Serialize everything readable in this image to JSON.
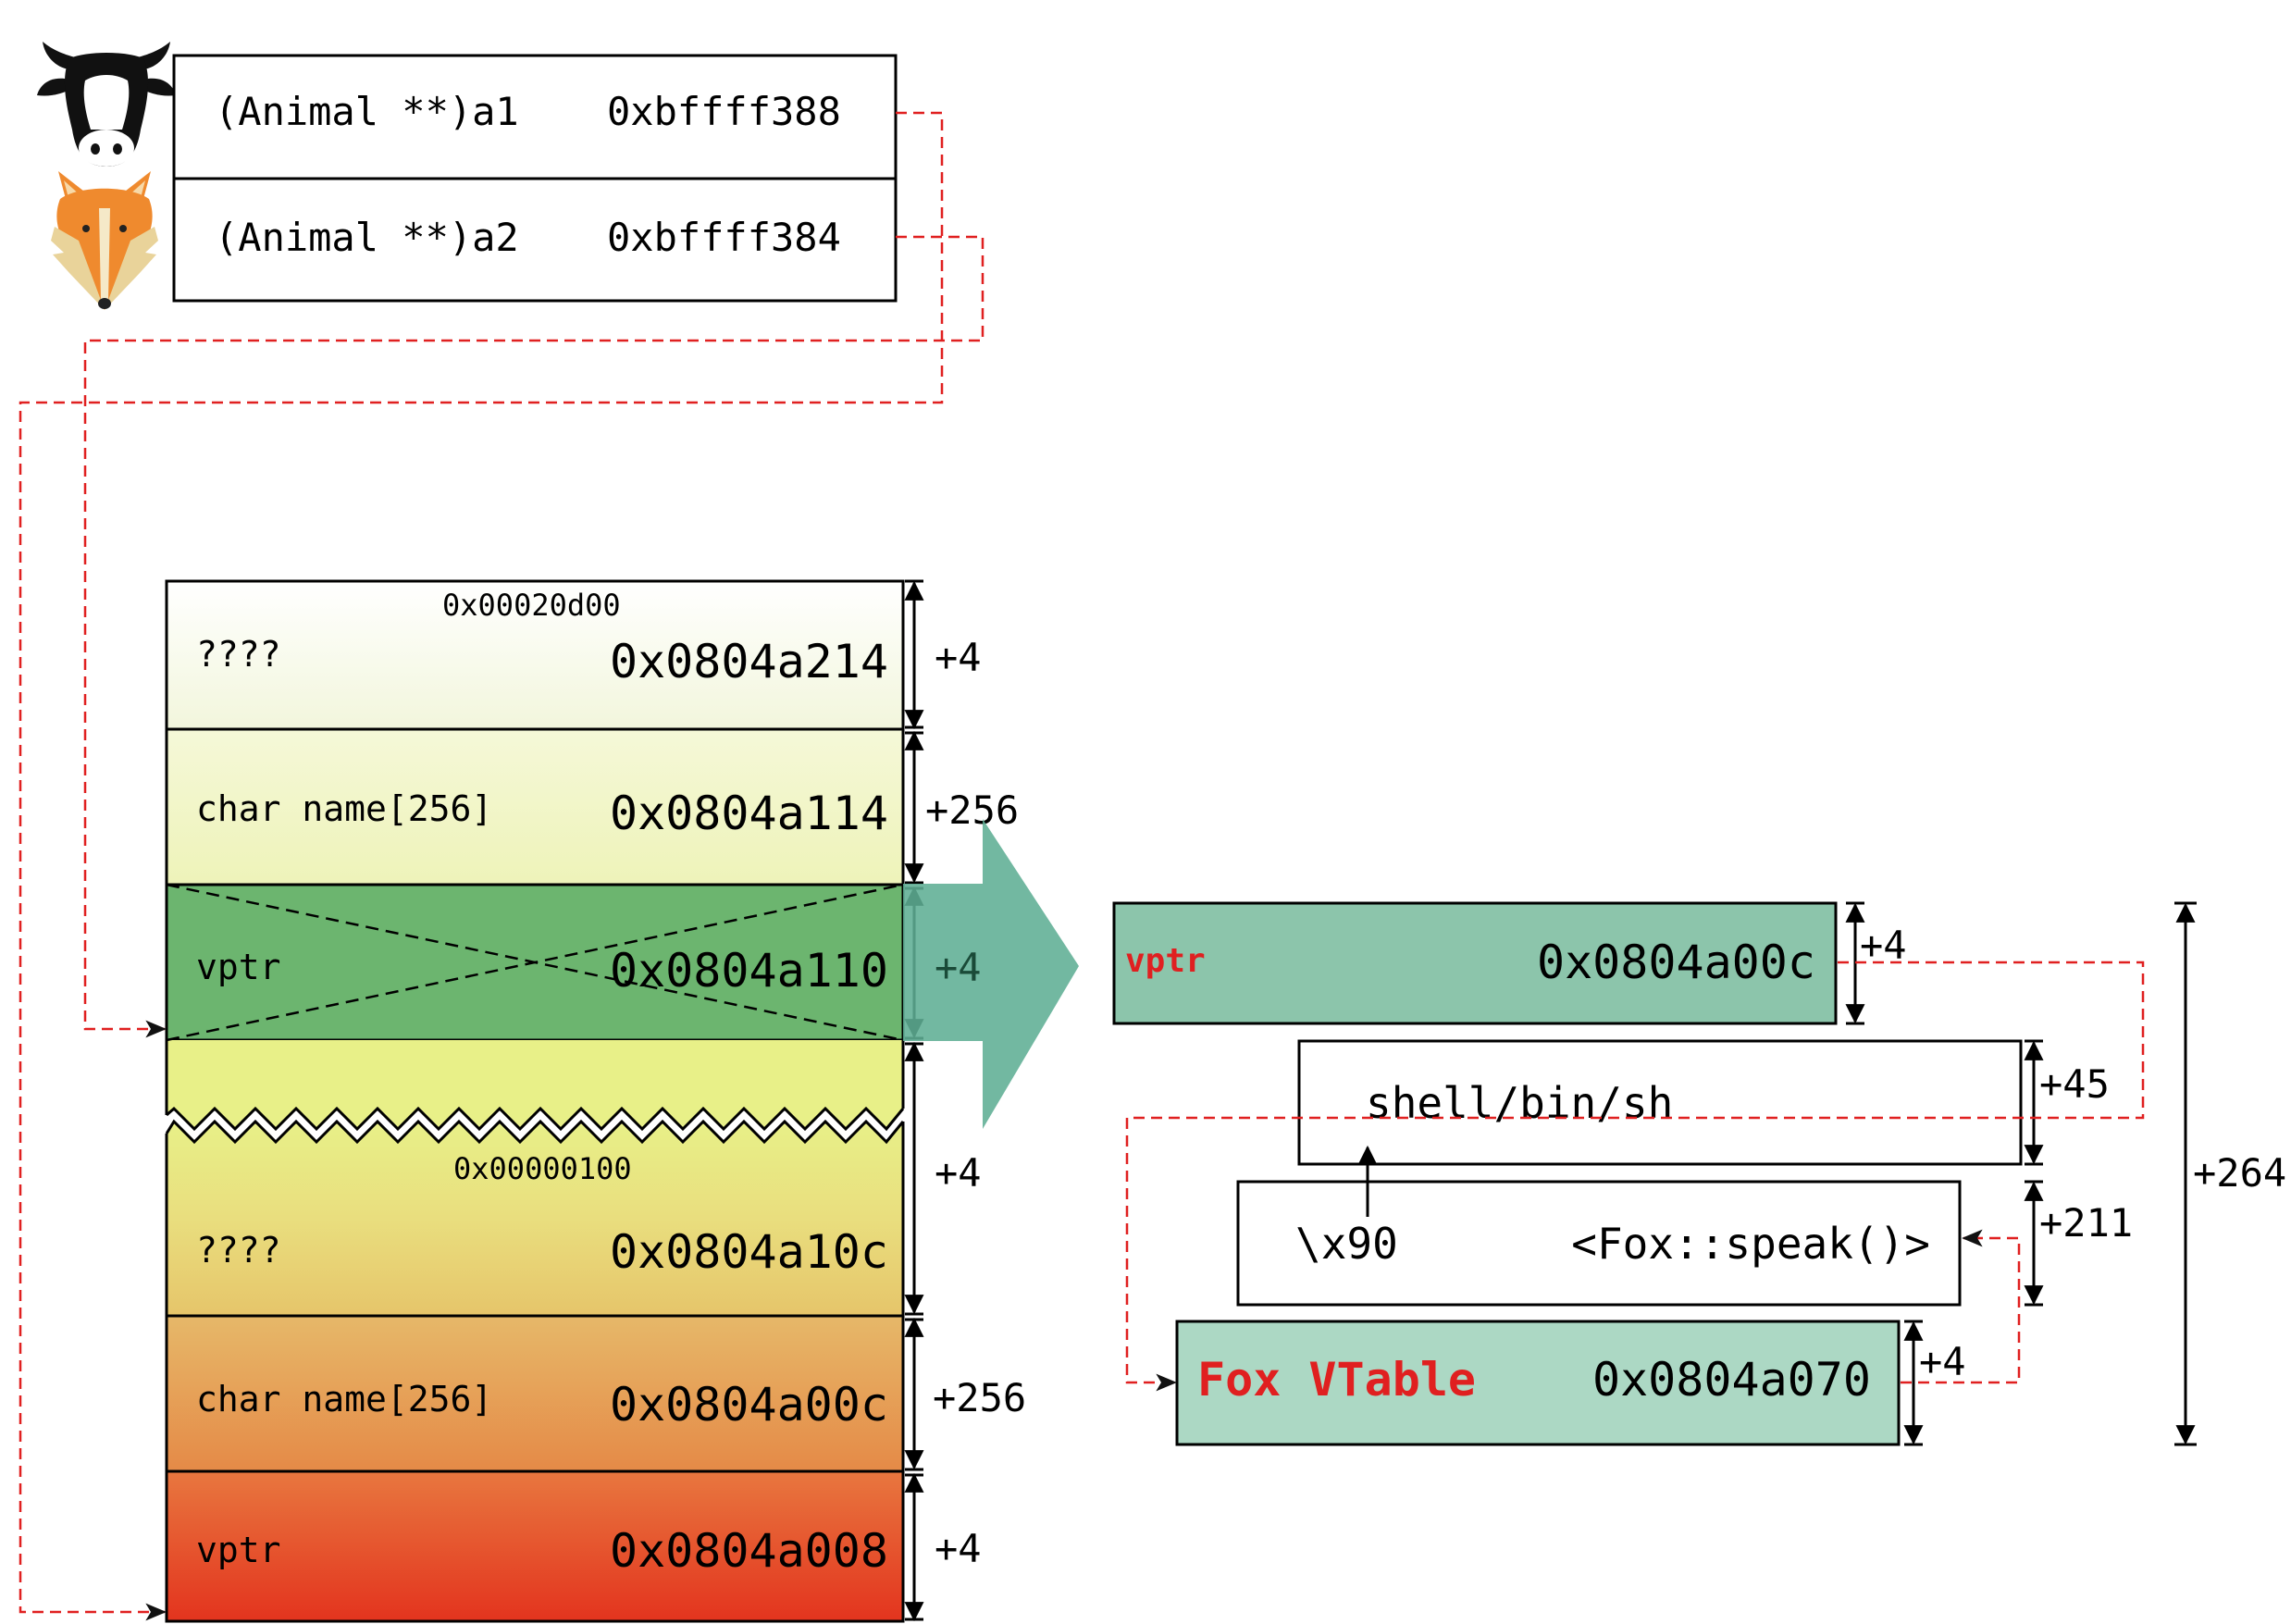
{
  "pointers": [
    {
      "label": "(Animal **)a1",
      "address": "0xbffff388"
    },
    {
      "label": "(Animal **)a2",
      "address": "0xbffff384"
    }
  ],
  "heap": {
    "top_note": "0x00020d00",
    "mid_note": "0x00000100",
    "cells": [
      {
        "label": "????",
        "address": "0x0804a214",
        "size": "+4"
      },
      {
        "label": "char name[256]",
        "address": "0x0804a114",
        "size": "+256"
      },
      {
        "label": "vptr",
        "address": "0x0804a110",
        "size": "+4"
      },
      {
        "label": "????",
        "address": "0x0804a10c",
        "size": "+4"
      },
      {
        "label": "char name[256]",
        "address": "0x0804a00c",
        "size": "+256"
      },
      {
        "label": "vptr",
        "address": "0x0804a008",
        "size": "+4"
      }
    ]
  },
  "payload": {
    "vptr_label": "vptr",
    "vptr_address": "0x0804a00c",
    "vptr_size": "+4",
    "shell_text": "shell/bin/sh",
    "shell_size": "+45",
    "nop_text": "\\x90",
    "speak_text": "<Fox::speak()>",
    "speak_size": "+211",
    "vtable_label": "Fox VTable",
    "vtable_address": "0x0804a070",
    "vtable_size": "+4",
    "total_size": "+264"
  },
  "colors": {
    "pointer_arrow": "#e02020",
    "vptr_label": "#e02020",
    "payload_vptr_fill": "#8cc5ab",
    "vtable_fill": "#acd8c4",
    "overwrite_fill": "#6cb56f",
    "big_arrow": "#5fae94"
  },
  "icons": [
    "cow-icon",
    "fox-icon"
  ]
}
